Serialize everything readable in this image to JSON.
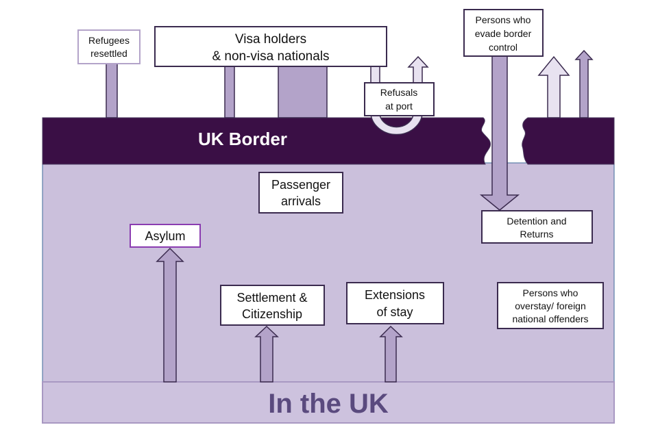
{
  "diagram": {
    "type": "flow-diagram",
    "colors": {
      "border_band": "#3a0f45",
      "inside_area": "#cbc0dc",
      "bottom_band": "#cdc2de",
      "arrow_medium": "#b3a3c9",
      "arrow_light": "#e8e2f0",
      "box_border": "#3a2a4e",
      "asylum_border": "#8a3cb0",
      "refugees_border": "#b3a3c9",
      "in_uk_text": "#5a4a7e",
      "border_text": "#ffffff"
    },
    "regions": {
      "border_label": "UK Border",
      "inside_label": "In the UK"
    },
    "boxes": {
      "refugees": [
        "Refugees",
        "resettled"
      ],
      "visa": [
        "Visa holders",
        "& non-visa nationals"
      ],
      "refusals": [
        "Refusals",
        "at port"
      ],
      "evade": [
        "Persons who",
        "evade border",
        "control"
      ],
      "passenger": [
        "Passenger",
        "arrivals"
      ],
      "detention": [
        "Detention and",
        "Returns"
      ],
      "asylum": [
        "Asylum"
      ],
      "settlement": [
        "Settlement &",
        "Citizenship"
      ],
      "extensions": [
        "Extensions",
        "of stay"
      ],
      "overstay": [
        "Persons who",
        "overstay/ foreign",
        "national offenders"
      ]
    }
  }
}
